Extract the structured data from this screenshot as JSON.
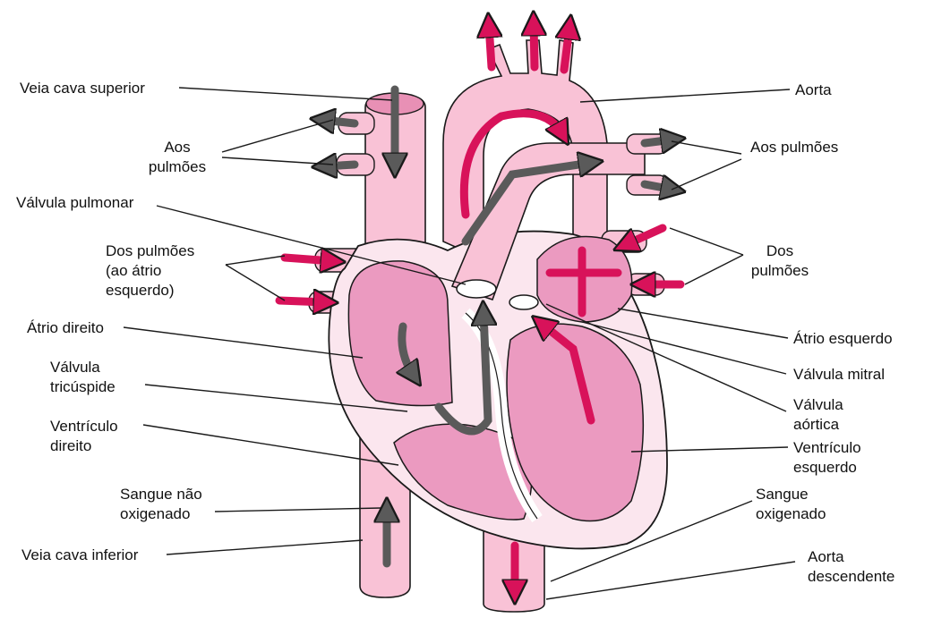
{
  "labels": {
    "veia_cava_superior": "Veia cava superior",
    "aos_pulmoes_left_1": "Aos",
    "aos_pulmoes_left_2": "pulmões",
    "valvula_pulmonar": "Válvula pulmonar",
    "dos_pulmoes_left_1": "Dos pulmões",
    "dos_pulmoes_left_2": "(ao átrio",
    "dos_pulmoes_left_3": "esquerdo)",
    "atrio_direito": "Átrio direito",
    "valvula_tricuspide_1": "Válvula",
    "valvula_tricuspide_2": "tricúspide",
    "ventriculo_direito_1": "Ventrículo",
    "ventriculo_direito_2": "direito",
    "sangue_nao_oxigenado_1": "Sangue não",
    "sangue_nao_oxigenado_2": "oxigenado",
    "veia_cava_inferior": "Veia cava inferior",
    "aorta": "Aorta",
    "aos_pulmoes_right": "Aos pulmões",
    "dos_pulmoes_right_1": "Dos",
    "dos_pulmoes_right_2": "pulmões",
    "atrio_esquerdo": "Átrio esquerdo",
    "valvula_mitral": "Válvula mitral",
    "valvula_aortica_1": "Válvula",
    "valvula_aortica_2": "aórtica",
    "ventriculo_esquerdo_1": "Ventrículo",
    "ventriculo_esquerdo_2": "esquerdo",
    "sangue_oxigenado_1": "Sangue",
    "sangue_oxigenado_2": "oxigenado",
    "aorta_descendente_1": "Aorta",
    "aorta_descendente_2": "descendente"
  },
  "colors": {
    "vessel_pink": "#f9c2d6",
    "chamber_pink": "#eb9ac0",
    "oxygenated_arrow": "#d8125a",
    "deoxygenated_arrow": "#5a5a5a",
    "outline": "#1a1a1a"
  }
}
